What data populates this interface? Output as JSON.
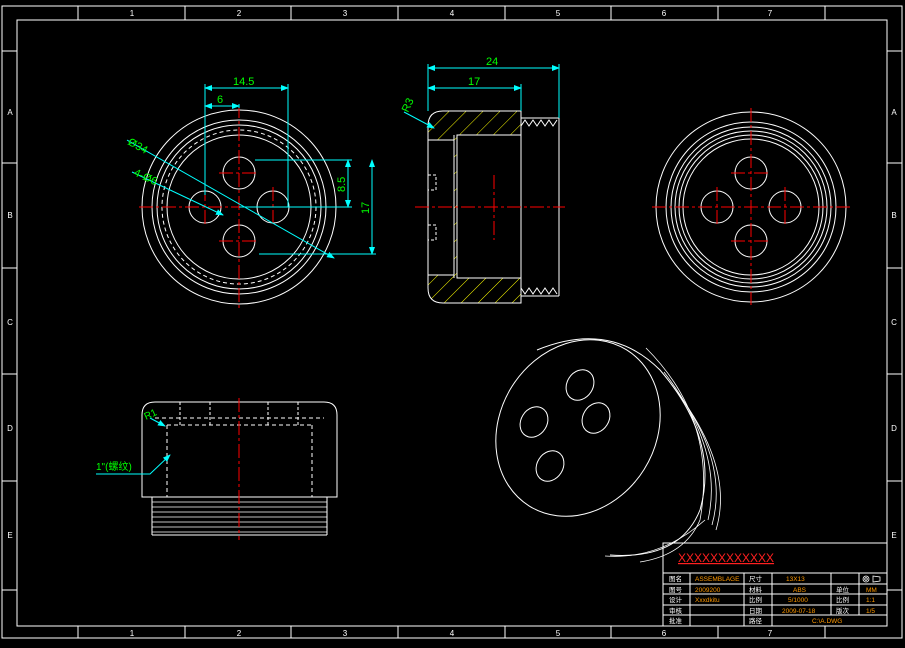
{
  "frame": {
    "top_zones": [
      "1",
      "2",
      "3",
      "4",
      "5",
      "6",
      "7"
    ],
    "bottom_zones": [
      "1",
      "2",
      "3",
      "4",
      "5",
      "6",
      "7"
    ],
    "left_zones": [
      "A",
      "B",
      "C",
      "D",
      "E"
    ],
    "right_zones": [
      "A",
      "B",
      "C",
      "D",
      "E"
    ]
  },
  "front_view": {
    "dims": {
      "d1": "14.5",
      "d2": "6",
      "d3": "8.5",
      "d4": "17",
      "dia_outer": "Ø34",
      "holes": "4-Ø6"
    }
  },
  "section_view": {
    "dims": {
      "overall": "24",
      "inner": "17",
      "radius": "R3"
    }
  },
  "side_view": {
    "labels": {
      "radius": "R1",
      "thread": "1\"(螺纹)"
    }
  },
  "title_block": {
    "title": "XXXXXXXXXXXX",
    "rows": [
      [
        "图名",
        "ASSEMBLAGE",
        "尺寸",
        "13X13",
        "",
        ""
      ],
      [
        "图号",
        "2009200",
        "材料",
        "ABS",
        "单位",
        "MM"
      ],
      [
        "设计",
        "Xxxdkitu",
        "比例",
        "5/1000",
        "比例",
        "1:1"
      ],
      [
        "审核",
        "",
        "日期",
        "2009-07-18",
        "版次",
        "1/5"
      ],
      [
        "批准",
        "",
        "路径",
        "C:\\A.DWG",
        "",
        ""
      ]
    ]
  },
  "colors": {
    "background": "#000000",
    "outline": "#ffffff",
    "dimension": "#00ffff",
    "dimension_text": "#00ff00",
    "centerline": "#ff0000",
    "hatch": "#ffff00",
    "title_red": "#ff2020",
    "title_orange": "#ff9900"
  }
}
